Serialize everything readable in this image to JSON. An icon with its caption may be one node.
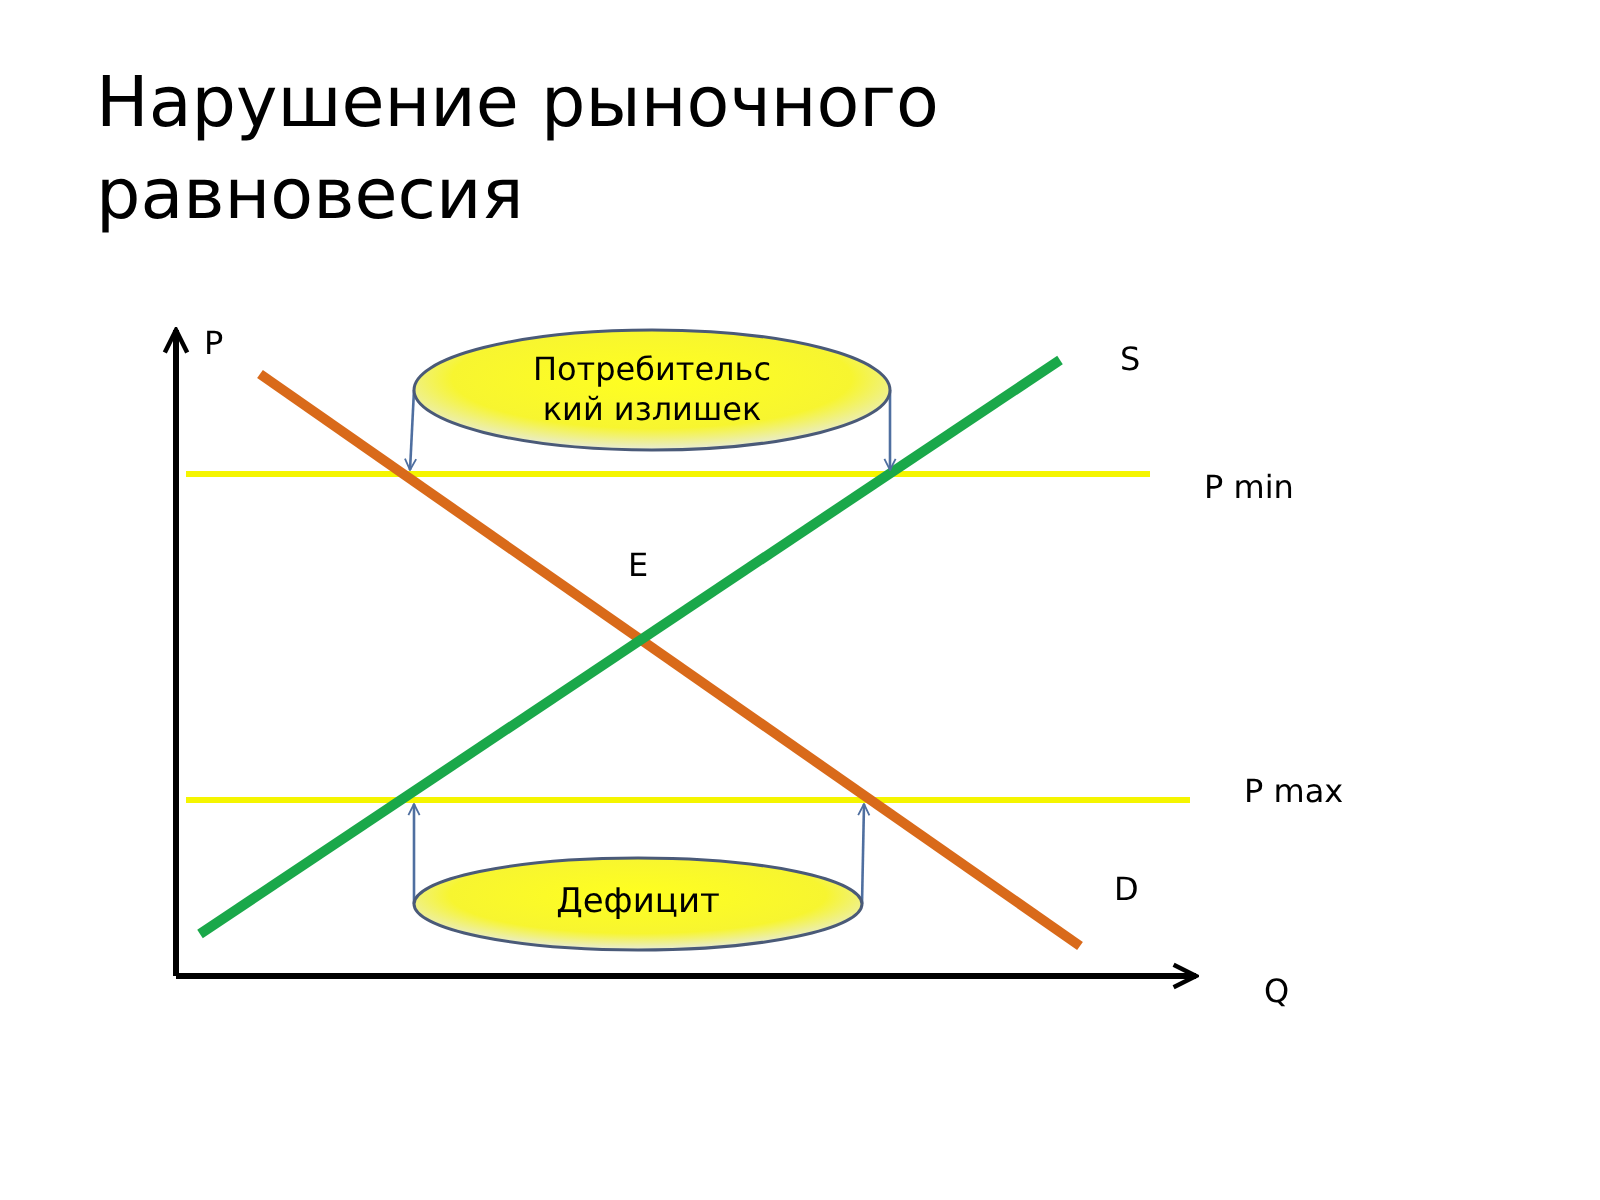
{
  "diagram": {
    "title": "Нарушение рыночного равновесия",
    "nodes": [
      {
        "text": [
          "Потребительс кий излишек"
        ]
      },
      {
        "text": [
          "Дефицит"
        ]
      }
    ],
    "edges": [
      {
        "from": 0,
        "to": null,
        "arrow": "to"
      },
      {
        "from": 0,
        "to": null,
        "arrow": "to"
      },
      {
        "from": 1,
        "to": null,
        "arrow": "to"
      },
      {
        "from": 1,
        "to": null,
        "arrow": "to"
      }
    ],
    "labels": [
      "P",
      "S",
      "P min",
      "E",
      "P max",
      "D",
      "Q"
    ]
  }
}
